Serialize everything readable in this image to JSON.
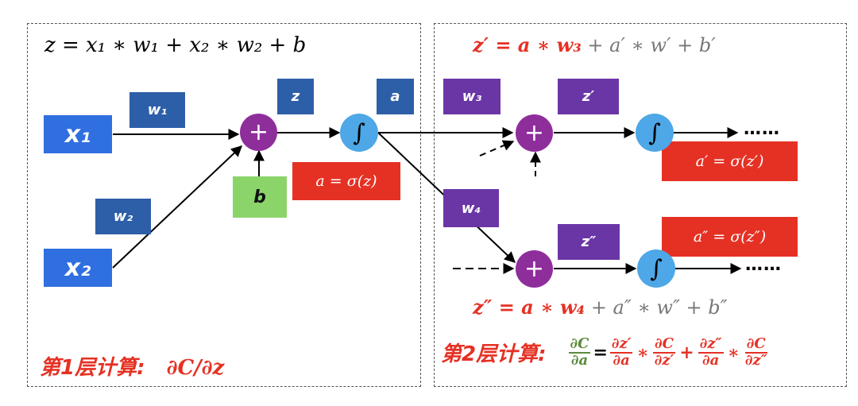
{
  "layer1": {
    "formula": "z = x₁ ∗ w₁ + x₂ ∗ w₂ + b",
    "input_x1": "x₁",
    "input_x2": "x₂",
    "weight_w1": "w₁",
    "weight_w2": "w₂",
    "bias": "b",
    "z_label": "z",
    "a_label": "a",
    "activation": "a = σ(z)",
    "sum_symbol": "+",
    "sigma_symbol": "∫",
    "calc_title": "第1层计算:",
    "calc_expr": "∂C/∂z"
  },
  "layer2": {
    "formula_top_part1": "z′ = a ∗ w₃",
    "formula_top_part2": " + a′ ∗ w′ + b′",
    "formula_bottom_part1": "z″ = a ∗ w₄",
    "formula_bottom_part2": " + a″ ∗ w″ + b″",
    "weight_w3": "w₃",
    "weight_w4": "w₄",
    "z_prime": "z′",
    "z_dprime": "z″",
    "activation_top": "a′ = σ(z′)",
    "activation_bottom": "a″ = σ(z″)",
    "dots_top": "……",
    "dots_bottom": "……",
    "calc_title": "第2层计算:",
    "lhs_num": "∂C",
    "lhs_den": "∂a",
    "eq": "=",
    "t1_num": "∂z′",
    "t1_den": "∂a",
    "mul": "∗",
    "t2_num": "∂C",
    "t2_den": "∂z′",
    "plus": "+",
    "t3_num": "∂z″",
    "t3_den": "∂a",
    "t4_num": "∂C",
    "t4_den": "∂z″"
  },
  "colors": {
    "red": "#e53124",
    "gray": "#777777",
    "green": "#5a8a3a",
    "purple": "#8e2e9b",
    "sigma_blue": "#4ea7e6"
  }
}
